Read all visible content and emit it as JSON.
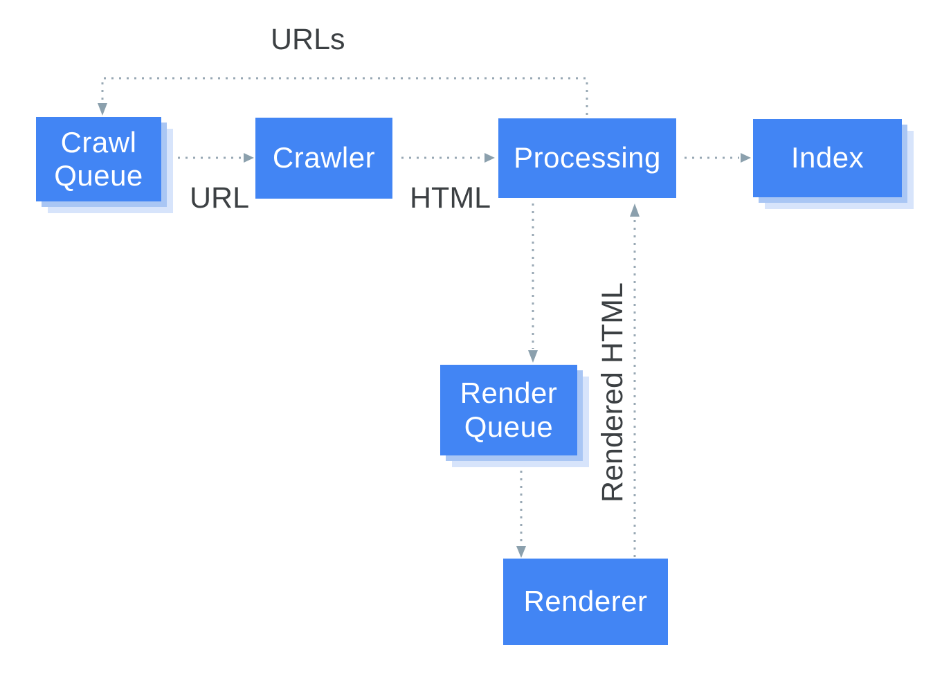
{
  "diagram": {
    "nodes": {
      "crawl_queue": {
        "label": "Crawl Queue"
      },
      "crawler": {
        "label": "Crawler"
      },
      "processing": {
        "label": "Processing"
      },
      "index": {
        "label": "Index"
      },
      "render_queue": {
        "label": "Render Queue"
      },
      "renderer": {
        "label": "Renderer"
      }
    },
    "edge_labels": {
      "urls": "URLs",
      "url": "URL",
      "html": "HTML",
      "rendered_html": "Rendered HTML"
    },
    "edges": [
      {
        "from": "processing",
        "to": "crawl_queue",
        "label": "URLs"
      },
      {
        "from": "crawl_queue",
        "to": "crawler",
        "label": "URL"
      },
      {
        "from": "crawler",
        "to": "processing",
        "label": "HTML"
      },
      {
        "from": "processing",
        "to": "index",
        "label": ""
      },
      {
        "from": "processing",
        "to": "render_queue",
        "label": ""
      },
      {
        "from": "render_queue",
        "to": "renderer",
        "label": ""
      },
      {
        "from": "renderer",
        "to": "processing",
        "label": "Rendered HTML"
      }
    ],
    "colors": {
      "node_fill": "#4285F4",
      "node_text": "#FFFFFF",
      "stack_shadow_near": "#A9C6F4",
      "stack_shadow_far": "#D7E4FB",
      "arrow_dots": "#98A8B4",
      "arrowhead": "#8BA0AD",
      "label_text": "#3C4043",
      "background": "#FFFFFF"
    }
  }
}
